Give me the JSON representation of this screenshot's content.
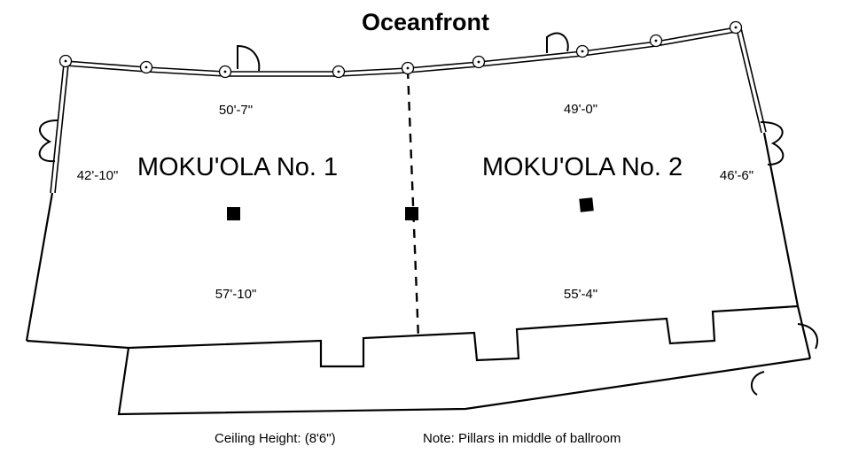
{
  "header": {
    "title": "Oceanfront"
  },
  "rooms": [
    {
      "name": "MOKU'OLA No. 1",
      "top_dim": "50'-7\"",
      "side_dim": "42'-10\"",
      "bottom_dim": "57'-10\""
    },
    {
      "name": "MOKU'OLA No. 2",
      "top_dim": "49'-0\"",
      "side_dim": "46'-6\"",
      "bottom_dim": "55'-4\""
    }
  ],
  "footer": {
    "ceiling": "Ceiling Height: (8'6\")",
    "note": "Note:  Pillars in middle of ballroom"
  },
  "pillar_count": 3
}
